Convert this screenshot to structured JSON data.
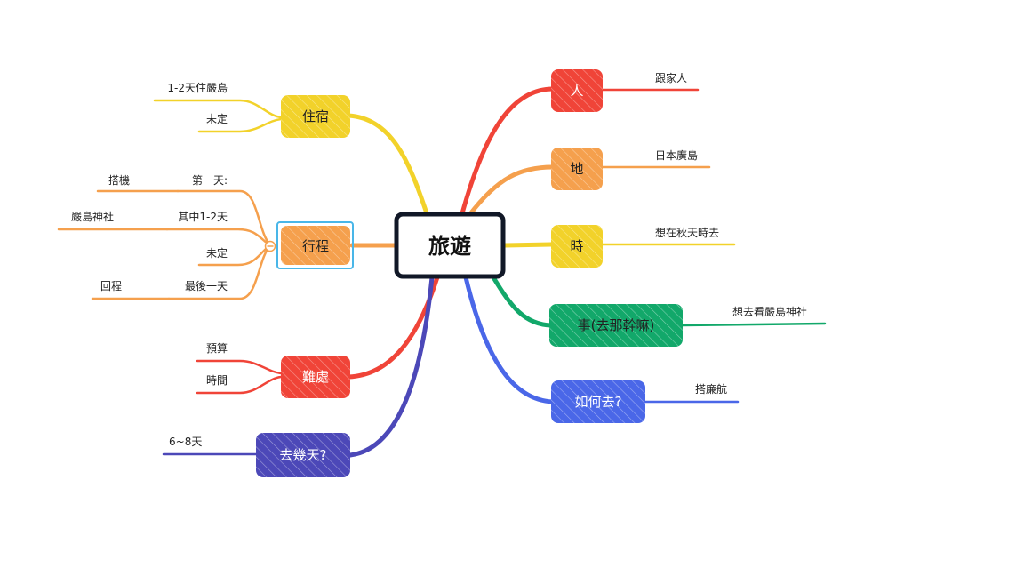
{
  "central": {
    "label": "旅遊"
  },
  "branches": {
    "ren": {
      "label": "人",
      "color": "#f04438",
      "text_color": "#ffffff",
      "leaves": [
        "跟家人"
      ]
    },
    "di": {
      "label": "地",
      "color": "#f5a04d",
      "text_color": "#222222",
      "leaves": [
        "日本廣島"
      ]
    },
    "shi": {
      "label": "時",
      "color": "#f2d22a",
      "text_color": "#222222",
      "leaves": [
        "想在秋天時去"
      ]
    },
    "shi2": {
      "label": "事(去那幹嘛)",
      "color": "#12a86a",
      "text_color": "#222222",
      "leaves": [
        "想去看嚴島神社"
      ]
    },
    "ruhe": {
      "label": "如何去?",
      "color": "#4a67e8",
      "text_color": "#ffffff",
      "leaves": [
        "搭廉航"
      ]
    },
    "zhusu": {
      "label": "住宿",
      "color": "#f2d22a",
      "text_color": "#222222",
      "leaves": [
        "1-2天住嚴島",
        "未定"
      ]
    },
    "xingcheng": {
      "label": "行程",
      "color": "#f5a04d",
      "text_color": "#222222",
      "leaves": [
        "第一天:",
        "其中1-2天",
        "未定",
        "最後一天"
      ],
      "subleaves": [
        "搭機",
        "嚴島神社",
        "回程"
      ]
    },
    "nanchu": {
      "label": "難處",
      "color": "#f04438",
      "text_color": "#ffffff",
      "leaves": [
        "預算",
        "時間"
      ]
    },
    "jitian": {
      "label": "去幾天?",
      "color": "#4c48b8",
      "text_color": "#ffffff",
      "leaves": [
        "6~8天"
      ]
    }
  },
  "selection_color": "#49b6e8"
}
